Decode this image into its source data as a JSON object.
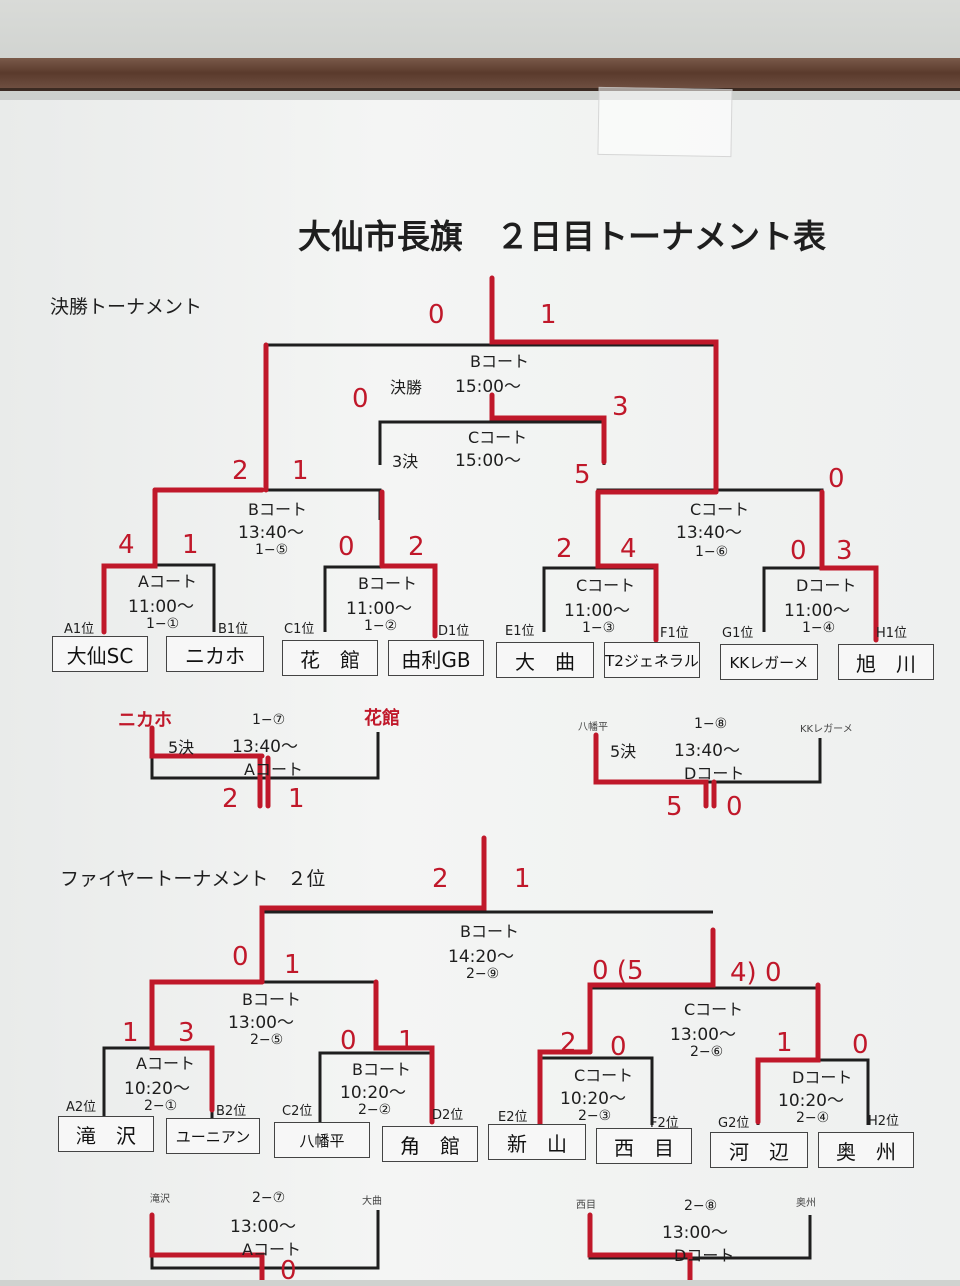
{
  "title": "大仙市長旗　２日目トーナメント表",
  "final_section": {
    "heading": "決勝トーナメント",
    "final": {
      "court": "Bコート",
      "label": "決勝",
      "time": "15:00〜",
      "score_left": "0",
      "score_right": "1"
    },
    "third": {
      "court": "Cコート",
      "label": "3決",
      "time": "15:00〜",
      "score_left": "0",
      "score_right": "3",
      "score_right2": "5"
    },
    "semi_left": {
      "court": "Bコート",
      "time": "13:40〜",
      "code": "1−⑤",
      "score_left": "2",
      "score_right": "1"
    },
    "semi_right": {
      "court": "Cコート",
      "time": "13:40〜",
      "code": "1−⑥",
      "score_right": "0"
    },
    "qf1": {
      "court": "Aコート",
      "time": "11:00〜",
      "code": "1−①",
      "score_left": "4",
      "score_right": "1"
    },
    "qf2": {
      "court": "Bコート",
      "time": "11:00〜",
      "code": "1−②",
      "score_left": "0",
      "score_right": "2"
    },
    "qf3": {
      "court": "Cコート",
      "time": "11:00〜",
      "code": "1−③",
      "score_left": "2",
      "score_right": "4"
    },
    "qf4": {
      "court": "Dコート",
      "time": "11:00〜",
      "code": "1−④",
      "score_left": "0",
      "score_right": "3"
    },
    "ranks": [
      "A1位",
      "B1位",
      "C1位",
      "D1位",
      "E1位",
      "F1位",
      "G1位",
      "H1位"
    ],
    "teams": [
      "大仙SC",
      "ニカホ",
      "花　館",
      "由利GB",
      "大　曲",
      "T2ジェネラル",
      "KKレガーメ",
      "旭　川"
    ],
    "fifth_left": {
      "code": "1−⑦",
      "label": "5決",
      "time": "13:40〜",
      "court": "Aコート",
      "hw_left": "ニカホ",
      "hw_right": "花館",
      "score_left": "2",
      "score_right": "1"
    },
    "fifth_right": {
      "code": "1−⑧",
      "label": "5決",
      "time": "13:40〜",
      "court": "Dコート",
      "hw_left": "八幡平",
      "hw_right": "KKレガーメ",
      "score_left": "5",
      "score_right": "0"
    }
  },
  "fire_section": {
    "heading": "ファイヤートーナメント　２位",
    "final": {
      "court": "Bコート",
      "time": "14:20〜",
      "code": "2−⑨",
      "score_left": "2",
      "score_right": "1"
    },
    "semi_left": {
      "court": "Bコート",
      "time": "13:00〜",
      "code": "2−⑤",
      "score_left": "0",
      "score_right": "1"
    },
    "semi_right": {
      "court": "Cコート",
      "time": "13:00〜",
      "code": "2−⑥",
      "score_left": "0 (5",
      "score_right": "4)  0"
    },
    "qf1": {
      "court": "Aコート",
      "time": "10:20〜",
      "code": "2−①",
      "score_left": "1",
      "score_right": "3"
    },
    "qf2": {
      "court": "Bコート",
      "time": "10:20〜",
      "code": "2−②",
      "score_left": "0",
      "score_right": "1"
    },
    "qf3": {
      "court": "Cコート",
      "time": "10:20〜",
      "code": "2−③",
      "score_left": "2",
      "score_right": "0"
    },
    "qf4": {
      "court": "Dコート",
      "time": "10:20〜",
      "code": "2−④",
      "score_left": "1",
      "score_right": "0"
    },
    "ranks": [
      "A2位",
      "B2位",
      "C2位",
      "D2位",
      "E2位",
      "F2位",
      "G2位",
      "H2位"
    ],
    "teams": [
      "滝　沢",
      "ユーニアン",
      "八幡平",
      "角　館",
      "新　山",
      "西　目",
      "河　辺",
      "奥　州"
    ],
    "lower_left": {
      "code": "2−⑦",
      "time": "13:00〜",
      "court": "Aコート",
      "hw_left": "滝沢",
      "hw_right": "大曲",
      "score_right": "0"
    },
    "lower_right": {
      "code": "2−⑧",
      "time": "13:00〜",
      "court": "Dコート",
      "hw_left": "西目",
      "hw_right": "奥州"
    }
  }
}
